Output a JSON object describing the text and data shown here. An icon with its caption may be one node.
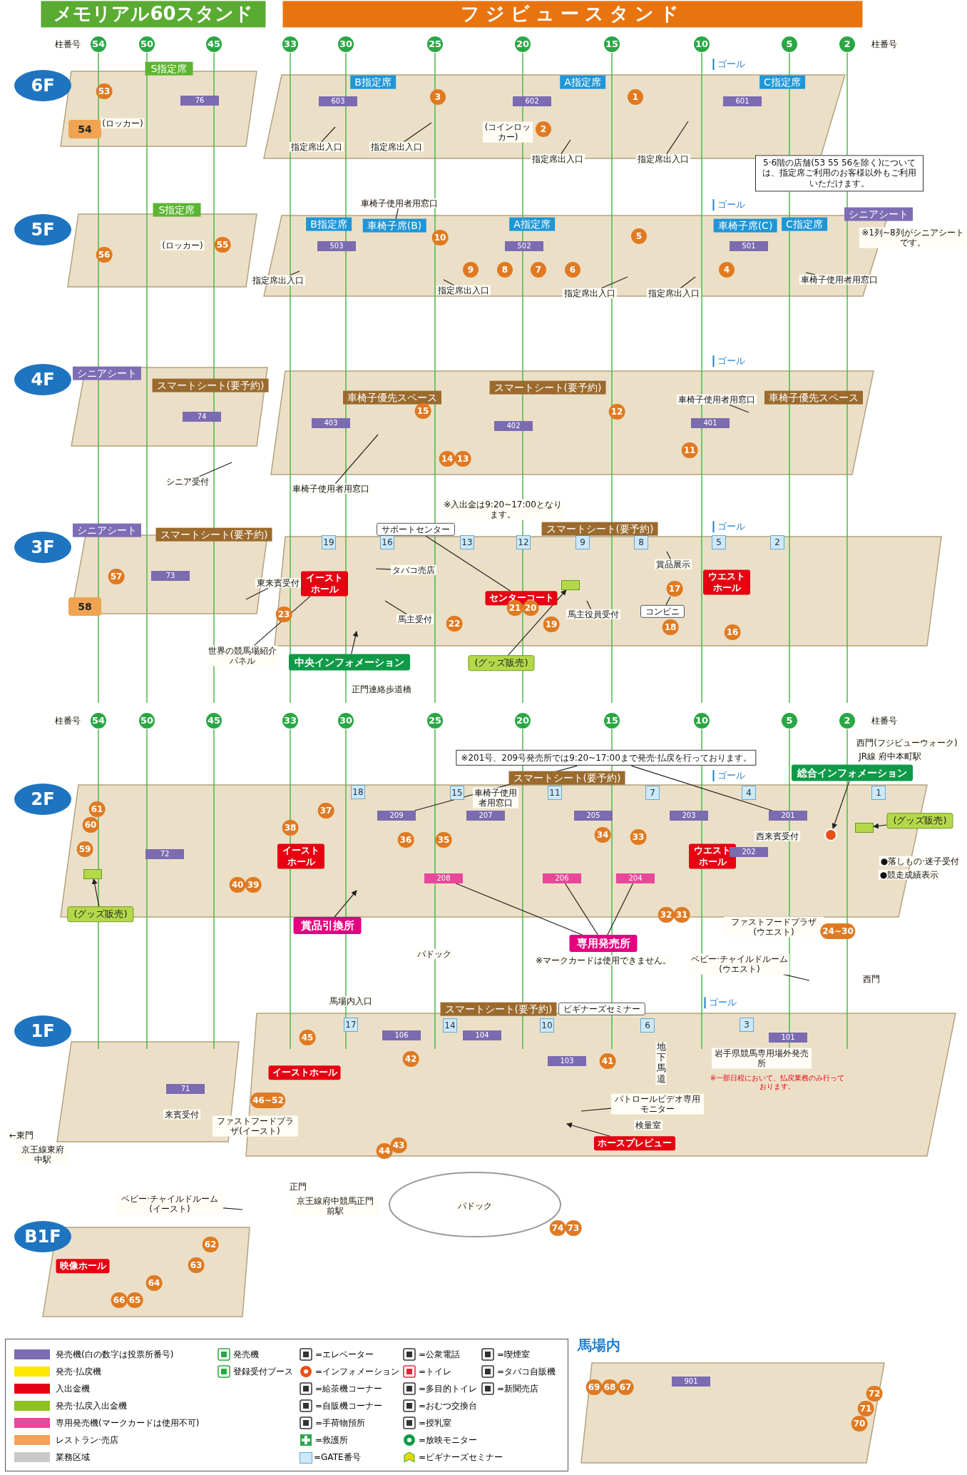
{
  "diagram": {
    "nodes": [
      {
        "text": [
          "メモリアル60スタンド"
        ]
      },
      {
        "text": [
          "フジビュースタンド"
        ]
      },
      {
        "text": [
          "柱番号"
        ]
      },
      {
        "text": [
          "54"
        ]
      },
      {
        "text": [
          "50"
        ]
      },
      {
        "text": [
          "45"
        ]
      },
      {
        "text": [
          "33"
        ]
      },
      {
        "text": [
          "30"
        ]
      },
      {
        "text": [
          "25"
        ]
      },
      {
        "text": [
          "20"
        ]
      },
      {
        "text": [
          "15"
        ]
      },
      {
        "text": [
          "10"
        ]
      },
      {
        "text": [
          "5"
        ]
      },
      {
        "text": [
          "2"
        ]
      },
      {
        "text": [
          "柱番号"
        ]
      },
      {
        "text": [
          "6F"
        ]
      },
      {
        "text": [
          "S指定席"
        ]
      },
      {
        "text": [
          "53"
        ]
      },
      {
        "text": [
          "54"
        ]
      },
      {
        "text": [
          "(ロッカー)"
        ]
      },
      {
        "text": [
          "76"
        ]
      },
      {
        "text": [
          "B指定席"
        ]
      },
      {
        "text": [
          "603"
        ]
      },
      {
        "text": [
          "3"
        ]
      },
      {
        "text": [
          "A指定席"
        ]
      },
      {
        "text": [
          "602"
        ]
      },
      {
        "text": [
          "1"
        ]
      },
      {
        "text": [
          "2"
        ]
      },
      {
        "text": [
          "(コインロッカー)"
        ]
      },
      {
        "text": [
          "C指定席"
        ]
      },
      {
        "text": [
          "601"
        ]
      },
      {
        "text": [
          "ゴール"
        ]
      },
      {
        "text": [
          "指定席出入口"
        ]
      },
      {
        "text": [
          "指定席出入口"
        ]
      },
      {
        "text": [
          "指定席出入口"
        ]
      },
      {
        "text": [
          "指定席出入口"
        ]
      },
      {
        "text": [
          "5·6階の店舗(53 55 56を除く)については、指定席ご利用のお客様以外もご利用いただけます。"
        ]
      },
      {
        "text": [
          "5F"
        ]
      },
      {
        "text": [
          "S指定席"
        ]
      },
      {
        "text": [
          "56"
        ]
      },
      {
        "text": [
          "(ロッカー)"
        ]
      },
      {
        "text": [
          "55"
        ]
      },
      {
        "text": [
          "車椅子使用者用窓口"
        ]
      },
      {
        "text": [
          "B指定席"
        ]
      },
      {
        "text": [
          "車椅子席(B)"
        ]
      },
      {
        "text": [
          "503"
        ]
      },
      {
        "text": [
          "10"
        ]
      },
      {
        "text": [
          "A指定席"
        ]
      },
      {
        "text": [
          "502"
        ]
      },
      {
        "text": [
          "9"
        ]
      },
      {
        "text": [
          "8"
        ]
      },
      {
        "text": [
          "7"
        ]
      },
      {
        "text": [
          "6"
        ]
      },
      {
        "text": [
          "5"
        ]
      },
      {
        "text": [
          "車椅子席(C)"
        ]
      },
      {
        "text": [
          "C指定席"
        ]
      },
      {
        "text": [
          "501"
        ]
      },
      {
        "text": [
          "4"
        ]
      },
      {
        "text": [
          "シニアシート"
        ]
      },
      {
        "text": [
          "※1列~8列がシニアシートです。"
        ]
      },
      {
        "text": [
          "ゴール"
        ]
      },
      {
        "text": [
          "指定席出入口"
        ]
      },
      {
        "text": [
          "指定席出入口"
        ]
      },
      {
        "text": [
          "指定席出入口"
        ]
      },
      {
        "text": [
          "指定席出入口"
        ]
      },
      {
        "text": [
          "車椅子使用者用窓口"
        ]
      },
      {
        "text": [
          "4F"
        ]
      },
      {
        "text": [
          "シニアシート"
        ]
      },
      {
        "text": [
          "スマートシート(要予約)"
        ]
      },
      {
        "text": [
          "74"
        ]
      },
      {
        "text": [
          "シニア受付"
        ]
      },
      {
        "text": [
          "車椅子優先スペース"
        ]
      },
      {
        "text": [
          "403"
        ]
      },
      {
        "text": [
          "15"
        ]
      },
      {
        "text": [
          "スマートシート(要予約)"
        ]
      },
      {
        "text": [
          "402"
        ]
      },
      {
        "text": [
          "12"
        ]
      },
      {
        "text": [
          "14"
        ]
      },
      {
        "text": [
          "13"
        ]
      },
      {
        "text": [
          "車椅子使用者用窓口"
        ]
      },
      {
        "text": [
          "車椅子優先スペース"
        ]
      },
      {
        "text": [
          "401"
        ]
      },
      {
        "text": [
          "11"
        ]
      },
      {
        "text": [
          "車椅子使用者用窓口"
        ]
      },
      {
        "text": [
          "ゴール"
        ]
      },
      {
        "text": [
          "3F"
        ]
      },
      {
        "text": [
          "シニアシート"
        ]
      },
      {
        "text": [
          "スマートシート(要予約)"
        ]
      },
      {
        "text": [
          "73"
        ]
      },
      {
        "text": [
          "57"
        ]
      },
      {
        "text": [
          "58"
        ]
      },
      {
        "text": [
          "19"
        ]
      },
      {
        "text": [
          "16"
        ]
      },
      {
        "text": [
          "サポートセンター"
        ]
      },
      {
        "text": [
          "※入出金は9:20~17:00となります。"
        ]
      },
      {
        "text": [
          "13"
        ]
      },
      {
        "text": [
          "12"
        ]
      },
      {
        "text": [
          "9"
        ]
      },
      {
        "text": [
          "8"
        ]
      },
      {
        "text": [
          "5"
        ]
      },
      {
        "text": [
          "2"
        ]
      },
      {
        "text": [
          "スマートシート(要予約)"
        ]
      },
      {
        "text": [
          "タバコ売店"
        ]
      },
      {
        "text": [
          "東来賓受付"
        ]
      },
      {
        "text": [
          "イーストホール"
        ]
      },
      {
        "text": [
          "センターコート"
        ]
      },
      {
        "text": [
          "馬主受付"
        ]
      },
      {
        "text": [
          "23"
        ]
      },
      {
        "text": [
          "22"
        ]
      },
      {
        "text": [
          "21"
        ]
      },
      {
        "text": [
          "20"
        ]
      },
      {
        "text": [
          "19"
        ]
      },
      {
        "text": [
          "馬主役員受付"
        ]
      },
      {
        "text": [
          "賞品展示"
        ]
      },
      {
        "text": [
          "ウエストホール"
        ]
      },
      {
        "text": [
          "17"
        ]
      },
      {
        "text": [
          "コンビニ"
        ]
      },
      {
        "text": [
          "18"
        ]
      },
      {
        "text": [
          "16"
        ]
      },
      {
        "text": [
          "世界の競馬場紹介パネル"
        ]
      },
      {
        "text": [
          "中央インフォメーション"
        ]
      },
      {
        "text": [
          "(グッズ販売)"
        ]
      },
      {
        "text": [
          "正門連絡歩道橋"
        ]
      },
      {
        "text": [
          "ゴール"
        ]
      },
      {
        "text": [
          "柱番号"
        ]
      },
      {
        "text": [
          "54"
        ]
      },
      {
        "text": [
          "50"
        ]
      },
      {
        "text": [
          "45"
        ]
      },
      {
        "text": [
          "33"
        ]
      },
      {
        "text": [
          "30"
        ]
      },
      {
        "text": [
          "25"
        ]
      },
      {
        "text": [
          "20"
        ]
      },
      {
        "text": [
          "15"
        ]
      },
      {
        "text": [
          "10"
        ]
      },
      {
        "text": [
          "5"
        ]
      },
      {
        "text": [
          "2"
        ]
      },
      {
        "text": [
          "柱番号"
        ]
      },
      {
        "text": [
          "2F"
        ]
      },
      {
        "text": [
          "※201号、209号発売所では9:20~17:00まで発売·払戻を行っております。"
        ]
      },
      {
        "text": [
          "西門(フジビューウォーク)"
        ]
      },
      {
        "text": [
          "JR線 府中本町駅"
        ]
      },
      {
        "text": [
          "総合インフォメーション"
        ]
      },
      {
        "text": [
          "スマートシート(要予約)"
        ]
      },
      {
        "text": [
          "ゴール"
        ]
      },
      {
        "text": [
          "18"
        ]
      },
      {
        "text": [
          "15"
        ]
      },
      {
        "text": [
          "車椅子使用者用窓口"
        ]
      },
      {
        "text": [
          "11"
        ]
      },
      {
        "text": [
          "7"
        ]
      },
      {
        "text": [
          "4"
        ]
      },
      {
        "text": [
          "1"
        ]
      },
      {
        "text": [
          "209"
        ]
      },
      {
        "text": [
          "207"
        ]
      },
      {
        "text": [
          "205"
        ]
      },
      {
        "text": [
          "203"
        ]
      },
      {
        "text": [
          "201"
        ]
      },
      {
        "text": [
          "61"
        ]
      },
      {
        "text": [
          "60"
        ]
      },
      {
        "text": [
          "59"
        ]
      },
      {
        "text": [
          "72"
        ]
      },
      {
        "text": [
          "37"
        ]
      },
      {
        "text": [
          "38"
        ]
      },
      {
        "text": [
          "36"
        ]
      },
      {
        "text": [
          "35"
        ]
      },
      {
        "text": [
          "34"
        ]
      },
      {
        "text": [
          "33"
        ]
      },
      {
        "text": [
          "イーストホール"
        ]
      },
      {
        "text": [
          "ウエストホール"
        ]
      },
      {
        "text": [
          "西来賓受付"
        ]
      },
      {
        "text": [
          "202"
        ]
      },
      {
        "text": [
          "40"
        ]
      },
      {
        "text": [
          "39"
        ]
      },
      {
        "text": [
          "208"
        ]
      },
      {
        "text": [
          "206"
        ]
      },
      {
        "text": [
          "204"
        ]
      },
      {
        "text": [
          "32"
        ]
      },
      {
        "text": [
          "31"
        ]
      },
      {
        "text": [
          "●落しもの·迷子受付"
        ]
      },
      {
        "text": [
          "●競走成績表示"
        ]
      },
      {
        "text": [
          "(グッズ販売)"
        ]
      },
      {
        "text": [
          "(グッズ販売)"
        ]
      },
      {
        "text": [
          "賞品引換所"
        ]
      },
      {
        "text": [
          "専用発売所"
        ]
      },
      {
        "text": [
          "※マークカードは使用できません。"
        ]
      },
      {
        "text": [
          "パドック"
        ]
      },
      {
        "text": [
          "ファストフードプラザ(ウエスト)"
        ]
      },
      {
        "text": [
          "24~30"
        ]
      },
      {
        "text": [
          "ベビー·チャイルドルーム(ウエスト)"
        ]
      },
      {
        "text": [
          "西門"
        ]
      },
      {
        "text": [
          "1F"
        ]
      },
      {
        "text": [
          "馬場内入口"
        ]
      },
      {
        "text": [
          "スマートシート(要予約)"
        ]
      },
      {
        "text": [
          "ビギナーズセミナー"
        ]
      },
      {
        "text": [
          "ゴール"
        ]
      },
      {
        "text": [
          "17"
        ]
      },
      {
        "text": [
          "14"
        ]
      },
      {
        "text": [
          "10"
        ]
      },
      {
        "text": [
          "6"
        ]
      },
      {
        "text": [
          "3"
        ]
      },
      {
        "text": [
          "106"
        ]
      },
      {
        "text": [
          "104"
        ]
      },
      {
        "text": [
          "101"
        ]
      },
      {
        "text": [
          "103"
        ]
      },
      {
        "text": [
          "71"
        ]
      },
      {
        "text": [
          "45"
        ]
      },
      {
        "text": [
          "42"
        ]
      },
      {
        "text": [
          "41"
        ]
      },
      {
        "text": [
          "イーストホール"
        ]
      },
      {
        "text": [
          "46~52"
        ]
      },
      {
        "text": [
          "ファストフードプラザ(イースト)"
        ]
      },
      {
        "text": [
          "来賓受付"
        ]
      },
      {
        "text": [
          "地下馬道"
        ]
      },
      {
        "text": [
          "岩手県競馬専用場外発売所"
        ]
      },
      {
        "text": [
          "※一部日程において、払戻業務のみ行っております。"
        ]
      },
      {
        "text": [
          "パトロールビデオ専用モニター"
        ]
      },
      {
        "text": [
          "検量室"
        ]
      },
      {
        "text": [
          "ホースプレビュー"
        ]
      },
      {
        "text": [
          "44"
        ]
      },
      {
        "text": [
          "43"
        ]
      },
      {
        "text": [
          "←東門"
        ]
      },
      {
        "text": [
          "京王線東府中駅"
        ]
      },
      {
        "text": [
          "正門"
        ]
      },
      {
        "text": [
          "京王線府中競馬正門前駅"
        ]
      },
      {
        "text": [
          "パドック"
        ]
      },
      {
        "text": [
          "74"
        ]
      },
      {
        "text": [
          "73"
        ]
      },
      {
        "text": [
          "B1F"
        ]
      },
      {
        "text": [
          "ベビー·チャイルドルーム(イースト)"
        ]
      },
      {
        "text": [
          "映像ホール"
        ]
      },
      {
        "text": [
          "62"
        ]
      },
      {
        "text": [
          "63"
        ]
      },
      {
        "text": [
          "64"
        ]
      },
      {
        "text": [
          "66"
        ]
      },
      {
        "text": [
          "65"
        ]
      },
      {
        "text": [
          "馬場内"
        ]
      },
      {
        "text": [
          "69"
        ]
      },
      {
        "text": [
          "68"
        ]
      },
      {
        "text": [
          "67"
        ]
      },
      {
        "text": [
          "901"
        ]
      },
      {
        "text": [
          "72"
        ]
      },
      {
        "text": [
          "71"
        ]
      },
      {
        "text": [
          "70"
        ]
      },
      {
        "text": [],
        "shape": "box"
      },
      {
        "text": [],
        "shape": "box"
      },
      {
        "text": [],
        "shape": "box"
      },
      {
        "text": [],
        "shape": "circle"
      }
    ],
    "edges": [
      {
        "from": 32,
        "to": null,
        "arrow": "none"
      },
      {
        "from": 33,
        "to": null,
        "arrow": "none"
      },
      {
        "from": 34,
        "to": null,
        "arrow": "none"
      },
      {
        "from": 35,
        "to": null,
        "arrow": "none"
      },
      {
        "from": 61,
        "to": null,
        "arrow": "none"
      },
      {
        "from": 62,
        "to": null,
        "arrow": "none"
      },
      {
        "from": 63,
        "to": null,
        "arrow": "none"
      },
      {
        "from": 64,
        "to": null,
        "arrow": "none"
      },
      {
        "from": 42,
        "to": 44,
        "arrow": "none"
      },
      {
        "from": 65,
        "to": null,
        "arrow": "none"
      },
      {
        "from": 70,
        "to": null,
        "arrow": "none"
      },
      {
        "from": 83,
        "to": null,
        "arrow": "none"
      },
      {
        "from": 79,
        "to": null,
        "arrow": "none"
      },
      {
        "from": 93,
        "to": 105,
        "arrow": "none"
      },
      {
        "from": 102,
        "to": null,
        "arrow": "none"
      },
      {
        "from": 103,
        "to": null,
        "arrow": "none"
      },
      {
        "from": 106,
        "to": null,
        "arrow": "none"
      },
      {
        "from": 112,
        "to": null,
        "arrow": "none"
      },
      {
        "from": 113,
        "to": null,
        "arrow": "none"
      },
      {
        "from": 116,
        "to": 115,
        "arrow": "none"
      },
      {
        "from": 119,
        "to": 104,
        "arrow": "none"
      },
      {
        "from": 120,
        "to": null,
        "arrow": "to"
      },
      {
        "from": 121,
        "to": 242,
        "arrow": "to"
      },
      {
        "from": 138,
        "to": 151,
        "arrow": "none"
      },
      {
        "from": 138,
        "to": 155,
        "arrow": "none"
      },
      {
        "from": 141,
        "to": 245,
        "arrow": "to"
      },
      {
        "from": 182,
        "to": 172,
        "arrow": "none"
      },
      {
        "from": 182,
        "to": 173,
        "arrow": "none"
      },
      {
        "from": 182,
        "to": 174,
        "arrow": "none"
      },
      {
        "from": 181,
        "to": null,
        "arrow": "to"
      },
      {
        "from": 179,
        "to": 243,
        "arrow": "to"
      },
      {
        "from": 180,
        "to": 244,
        "arrow": "to"
      },
      {
        "from": 187,
        "to": null,
        "arrow": "none"
      },
      {
        "from": 214,
        "to": null,
        "arrow": "none"
      },
      {
        "from": 216,
        "to": null,
        "arrow": "to"
      },
      {
        "from": 227,
        "to": null,
        "arrow": "none"
      }
    ],
    "legend": [
      {
        "text": "発売機(白の数字は投票所番号)",
        "color": "#7b6bb0"
      },
      {
        "text": "発売·払戻機",
        "color": "#ffe800"
      },
      {
        "text": "入出金機",
        "color": "#e60012"
      },
      {
        "text": "発売·払戻入出金機",
        "color": "#8dc21f"
      },
      {
        "text": "専用発売機(マークカードは使用不可)",
        "color": "#e8479b"
      },
      {
        "text": "レストラン·売店",
        "color": "#f4a259"
      },
      {
        "text": "業務区域",
        "color": "#c9c9c9"
      },
      {
        "text": "発売機"
      },
      {
        "text": "登録受付ブース"
      },
      {
        "text": "=エレベーター"
      },
      {
        "text": "=インフォメーション"
      },
      {
        "text": "=給茶機コーナー"
      },
      {
        "text": "=自販機コーナー"
      },
      {
        "text": "=手荷物預所"
      },
      {
        "text": "=救護所"
      },
      {
        "text": "=GATE番号",
        "color": "#cde9f8"
      },
      {
        "text": "=公衆電話"
      },
      {
        "text": "=トイレ"
      },
      {
        "text": "=多目的トイレ"
      },
      {
        "text": "=おむつ交換台"
      },
      {
        "text": "=授乳室"
      },
      {
        "text": "=放映モニター"
      },
      {
        "text": "=ビギナーズセミナー"
      },
      {
        "text": "=喫煙室"
      },
      {
        "text": "=タバコ自販機"
      },
      {
        "text": "=新聞売店"
      }
    ]
  }
}
